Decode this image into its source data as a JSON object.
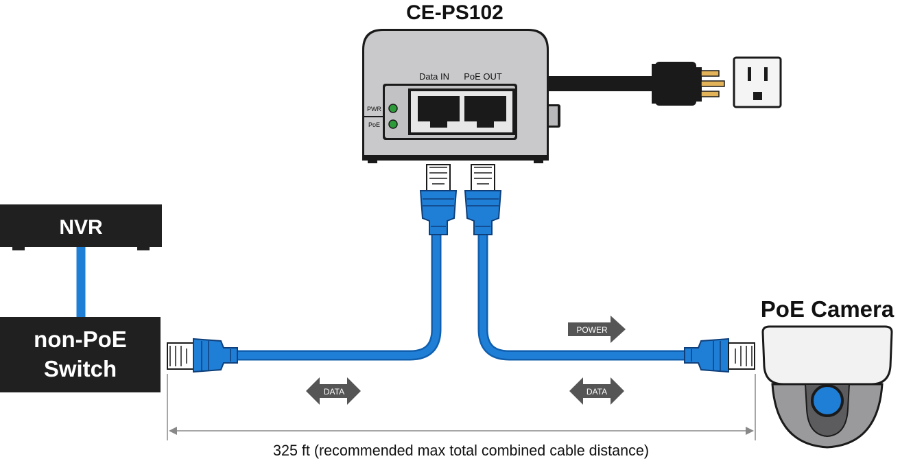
{
  "injector": {
    "title": "CE-PS102",
    "port_in_label": "Data IN",
    "port_out_label": "PoE OUT",
    "led_pwr_label": "PWR",
    "led_poe_label": "PoE",
    "led_color": "#2e9b3a"
  },
  "nvr": {
    "label": "NVR"
  },
  "switch": {
    "label_line1": "non-PoE",
    "label_line2": "Switch"
  },
  "camera": {
    "title": "PoE Camera"
  },
  "arrows": {
    "power_label": "POWER",
    "data_left_label": "DATA",
    "data_right_label": "DATA"
  },
  "distance": {
    "label": "325 ft (recommended max total combined cable distance)"
  },
  "colors": {
    "cable": "#1f7fd6",
    "cable_dark": "#0f5fae",
    "box_dark": "#202020",
    "injector_body": "#c9c9cb",
    "arrow_fill": "#555555"
  }
}
